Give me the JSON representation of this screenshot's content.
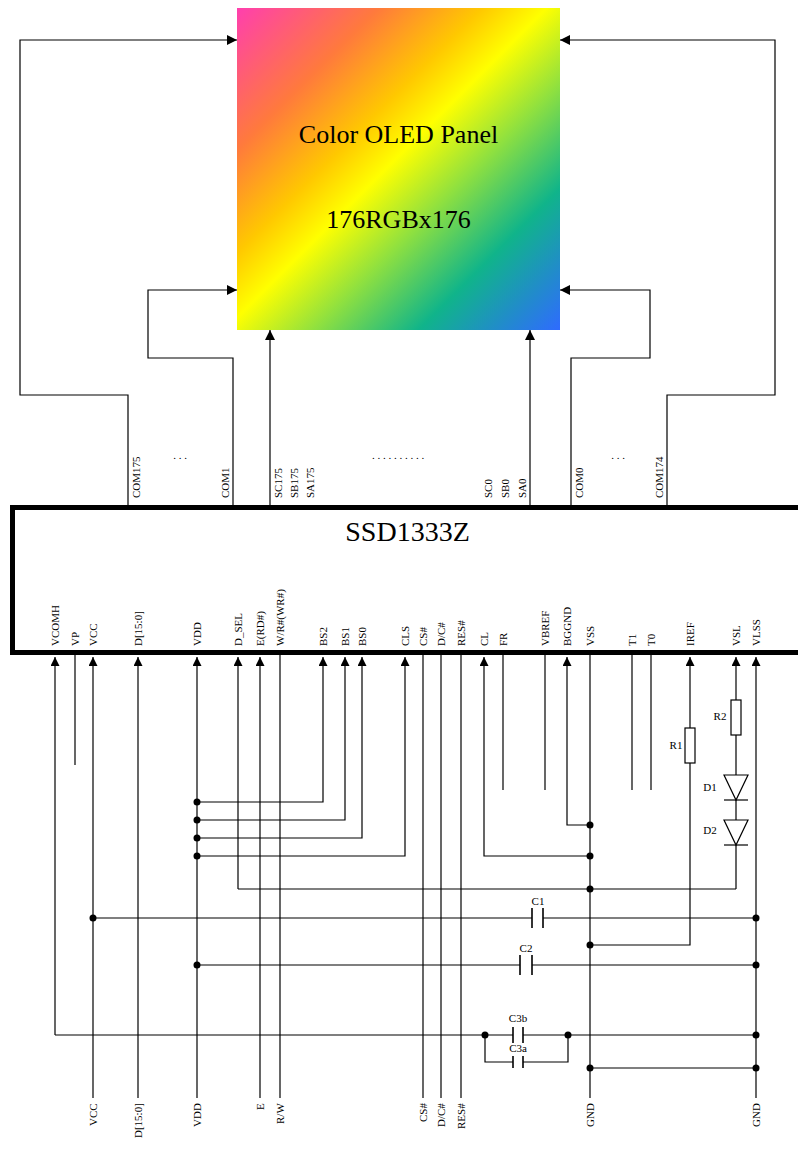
{
  "diagram": {
    "nodes": [
      {
        "text": [
          "Color OLED Panel",
          "176RGBx176"
        ]
      },
      {
        "text": [
          "SSD1333Z"
        ]
      }
    ],
    "edges": [
      {
        "from": 1,
        "to": 0,
        "arrow": "to"
      },
      {
        "from": 1,
        "to": 0,
        "arrow": "to"
      },
      {
        "from": 1,
        "to": 0,
        "arrow": "to"
      },
      {
        "from": 1,
        "to": 0,
        "arrow": "to"
      },
      {
        "from": 1,
        "to": 0,
        "arrow": "to"
      },
      {
        "from": 1,
        "to": 0,
        "arrow": "to"
      }
    ],
    "labels": [
      "COM175",
      ". . .",
      "COM1",
      "SC175",
      "SB175",
      "SA175",
      ". . . . . . . . . .",
      "SC0",
      "SB0",
      "SA0",
      "COM0",
      ". . .",
      "COM174",
      "VCOMH",
      "VP",
      "VCC",
      "D[15:0]",
      "VDD",
      "D_SEL",
      "E(RD#)",
      "W/R#(WR#)",
      "BS2",
      "BS1",
      "BS0",
      "CLS",
      "CS#",
      "D/C#",
      "RES#",
      "CL",
      "FR",
      "VBREF",
      "BGGND",
      "VSS",
      "T1",
      "T0",
      "IREF",
      "VSL",
      "VLSS",
      "R1",
      "R2",
      "D1",
      "D2",
      "C1",
      "C2",
      "C3b",
      "C3a",
      "VCC",
      "D[15:0]",
      "VDD",
      "E",
      "R/W",
      "CS#",
      "D/C#",
      "RES#",
      "GND",
      "GND"
    ]
  }
}
